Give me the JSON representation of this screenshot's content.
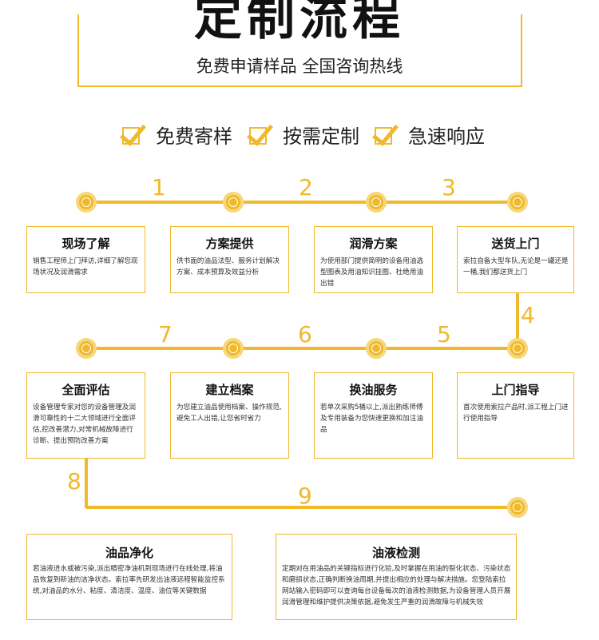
{
  "header": {
    "title": "定制流程",
    "subtitle": "免费申请样品 全国咨询热线"
  },
  "features": [
    {
      "label": "免费寄样",
      "icon": "checkbox-check-icon"
    },
    {
      "label": "按需定制",
      "icon": "checkbox-check-icon"
    },
    {
      "label": "急速响应",
      "icon": "checkbox-check-icon"
    }
  ],
  "numbers": [
    "1",
    "2",
    "3",
    "4",
    "5",
    "6",
    "7",
    "8",
    "9"
  ],
  "steps": [
    {
      "title": "现场了解",
      "desc": "销售工程师上门拜访,详细了解您现场状况及润滑需求"
    },
    {
      "title": "方案提供",
      "desc": "供书面的油品法型、服务计划解决方案、成本预算及效益分析"
    },
    {
      "title": "润滑方案",
      "desc": "为使用部门提供简明的设备用油选型图表及用油知识挂图、杜绝用油出错"
    },
    {
      "title": "送货上门",
      "desc": "索拉自备大型车队,无论是一罐还是一桶,我们都送货上门"
    },
    {
      "title": "上门指导",
      "desc": "首次使用索拉产品时,派工程上门进行使用指导"
    },
    {
      "title": "换油服务",
      "desc": "若单次采购5桶以上,派出熟练师傅及专用装备为您快速更换和加注油品"
    },
    {
      "title": "建立档案",
      "desc": "为您建立油品使用档案、操作规范,避免工人出错,让您省时省力"
    },
    {
      "title": "全面评估",
      "desc": "设备管理专家对您的设备管理及润滑可靠性的十二大领域进行全面评估,挖改善潜力,对常机械故障进行诊断、提出预防改善方案"
    },
    {
      "title": "油品净化",
      "desc": "若油液进水或被污染,派出精密净油机到现场进行在线处理,将油品恢复到新油的洁净状态。索拉率先研发出油液远程智能监控系统,对油品的水分、粘度、清洁度、温度、油位等关键数据"
    },
    {
      "title": "油液检测",
      "desc": "定期对在用油品的关键指标进行化验,及时掌握在用油的裂化状态、污染状态和磨损状态,正确判断换油周期,并提出相应的处理与解决措施。您登陆索拉网站输入密码即可以查询每台设备每次的油液检测数据,为设备管理人员开展润滑管理和维护提供决策依据,避免发生严重的润滑故障与机械失效"
    }
  ],
  "colors": {
    "accent": "#f0b92a",
    "accent_light": "#f7d77a"
  }
}
